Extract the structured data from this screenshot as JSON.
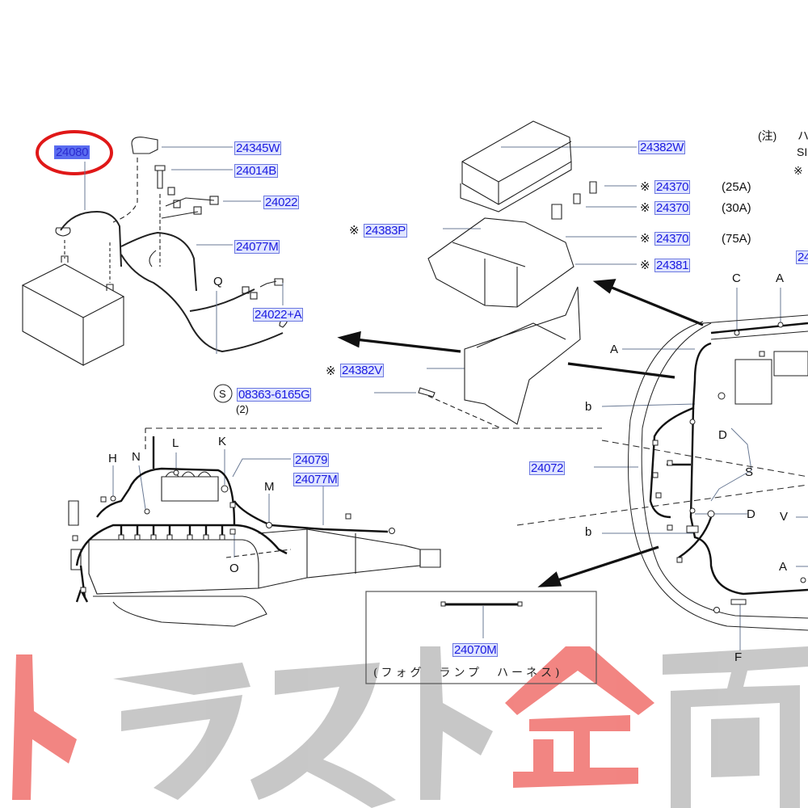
{
  "watermark": {
    "text": "トラスト企画",
    "colors": {
      "red": "#e8201c",
      "gray": "#9a9a9a"
    }
  },
  "highlight": {
    "part": "24080",
    "ring_color": "#e01818"
  },
  "parts": {
    "p24080": "24080",
    "p24345W": "24345W",
    "p24014B": "24014B",
    "p24022": "24022",
    "p24077M_top": "24077M",
    "p24022A": "24022+A",
    "p24383P": "24383P",
    "p24382V": "24382V",
    "p08363": "08363-6165G",
    "p24382W": "24382W",
    "p24370_a": "24370",
    "p24370_b": "24370",
    "p24370_c": "24370",
    "p24381": "24381",
    "p24079": "24079",
    "p24077M_bottom": "24077M",
    "p24072": "24072",
    "p24070M": "24070M",
    "p24_partial": "24"
  },
  "marks": {
    "asterisk": "※",
    "s_symbol": "S",
    "qty": "(2)"
  },
  "amps": {
    "a": "(25A)",
    "b": "(30A)",
    "c": "(75A)"
  },
  "note": {
    "head": "(注)",
    "line1": "ハ",
    "line2": "SI",
    "line3": "※"
  },
  "letters": {
    "Q": "Q",
    "C": "C",
    "A1": "A",
    "A2": "A",
    "A3": "A",
    "b1": "b",
    "b2": "b",
    "D1": "D",
    "D2": "D",
    "S": "S",
    "V": "V",
    "F": "F",
    "H": "H",
    "N": "N",
    "L": "L",
    "K": "K",
    "M": "M",
    "O": "O"
  },
  "inset": {
    "caption": "(フォグ　ランプ　ハーネス)"
  }
}
